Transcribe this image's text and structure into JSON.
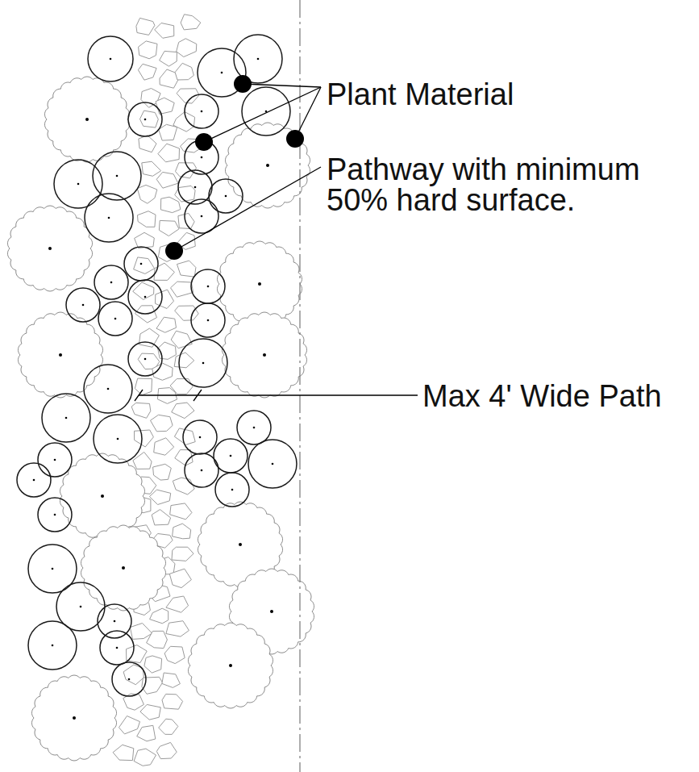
{
  "diagram": {
    "labels": [
      "Plant Material",
      "Pathway with minimum 50% hard surface.",
      "Max 4' Wide Path"
    ]
  }
}
